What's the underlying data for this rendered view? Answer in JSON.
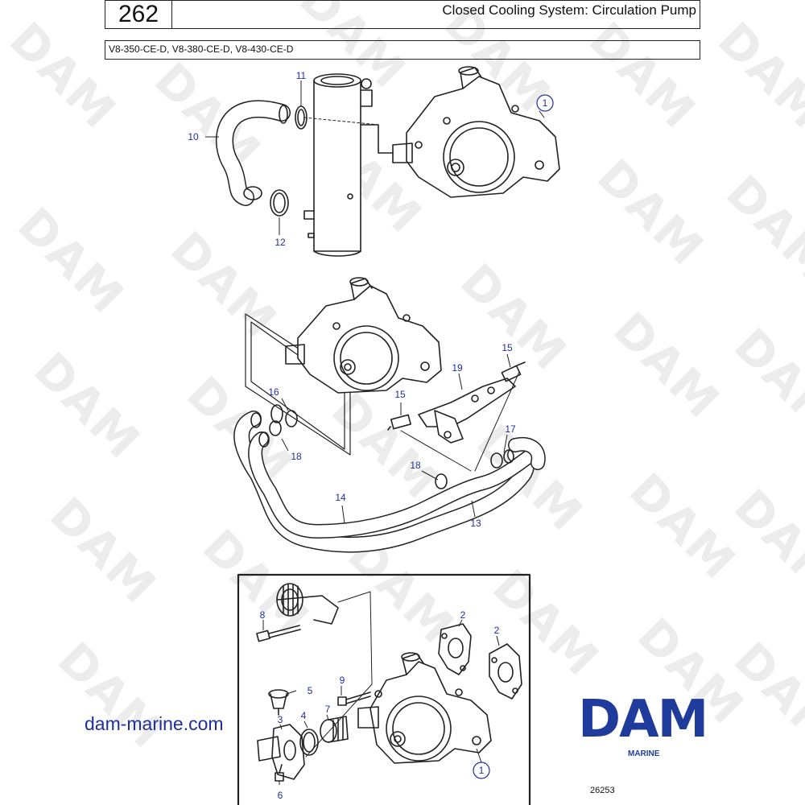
{
  "header": {
    "page_number": "262",
    "title": "Closed Cooling System: Circulation Pump",
    "models": "V8-350-CE-D, V8-380-CE-D, V8-430-CE-D"
  },
  "callouts": {
    "c1_top": "1",
    "c10": "10",
    "c11": "11",
    "c12": "12",
    "c13": "13",
    "c14": "14",
    "c15a": "15",
    "c15b": "15",
    "c16": "16",
    "c17": "17",
    "c18a": "18",
    "c18b": "18",
    "c19": "19",
    "c2a": "2",
    "c2b": "2",
    "c3": "3",
    "c4": "4",
    "c5": "5",
    "c6": "6",
    "c7": "7",
    "c8": "8",
    "c9": "9",
    "c1_bottom": "1"
  },
  "footer": {
    "website": "dam-marine.com",
    "brand": "DAM",
    "brand_sub": "MARINE",
    "reference": "26253"
  },
  "watermark_text": "DAM",
  "colors": {
    "callout": "#1f2f9c",
    "brand": "#1f3b9c",
    "line": "#222222",
    "watermark": "#cfcfcf"
  }
}
